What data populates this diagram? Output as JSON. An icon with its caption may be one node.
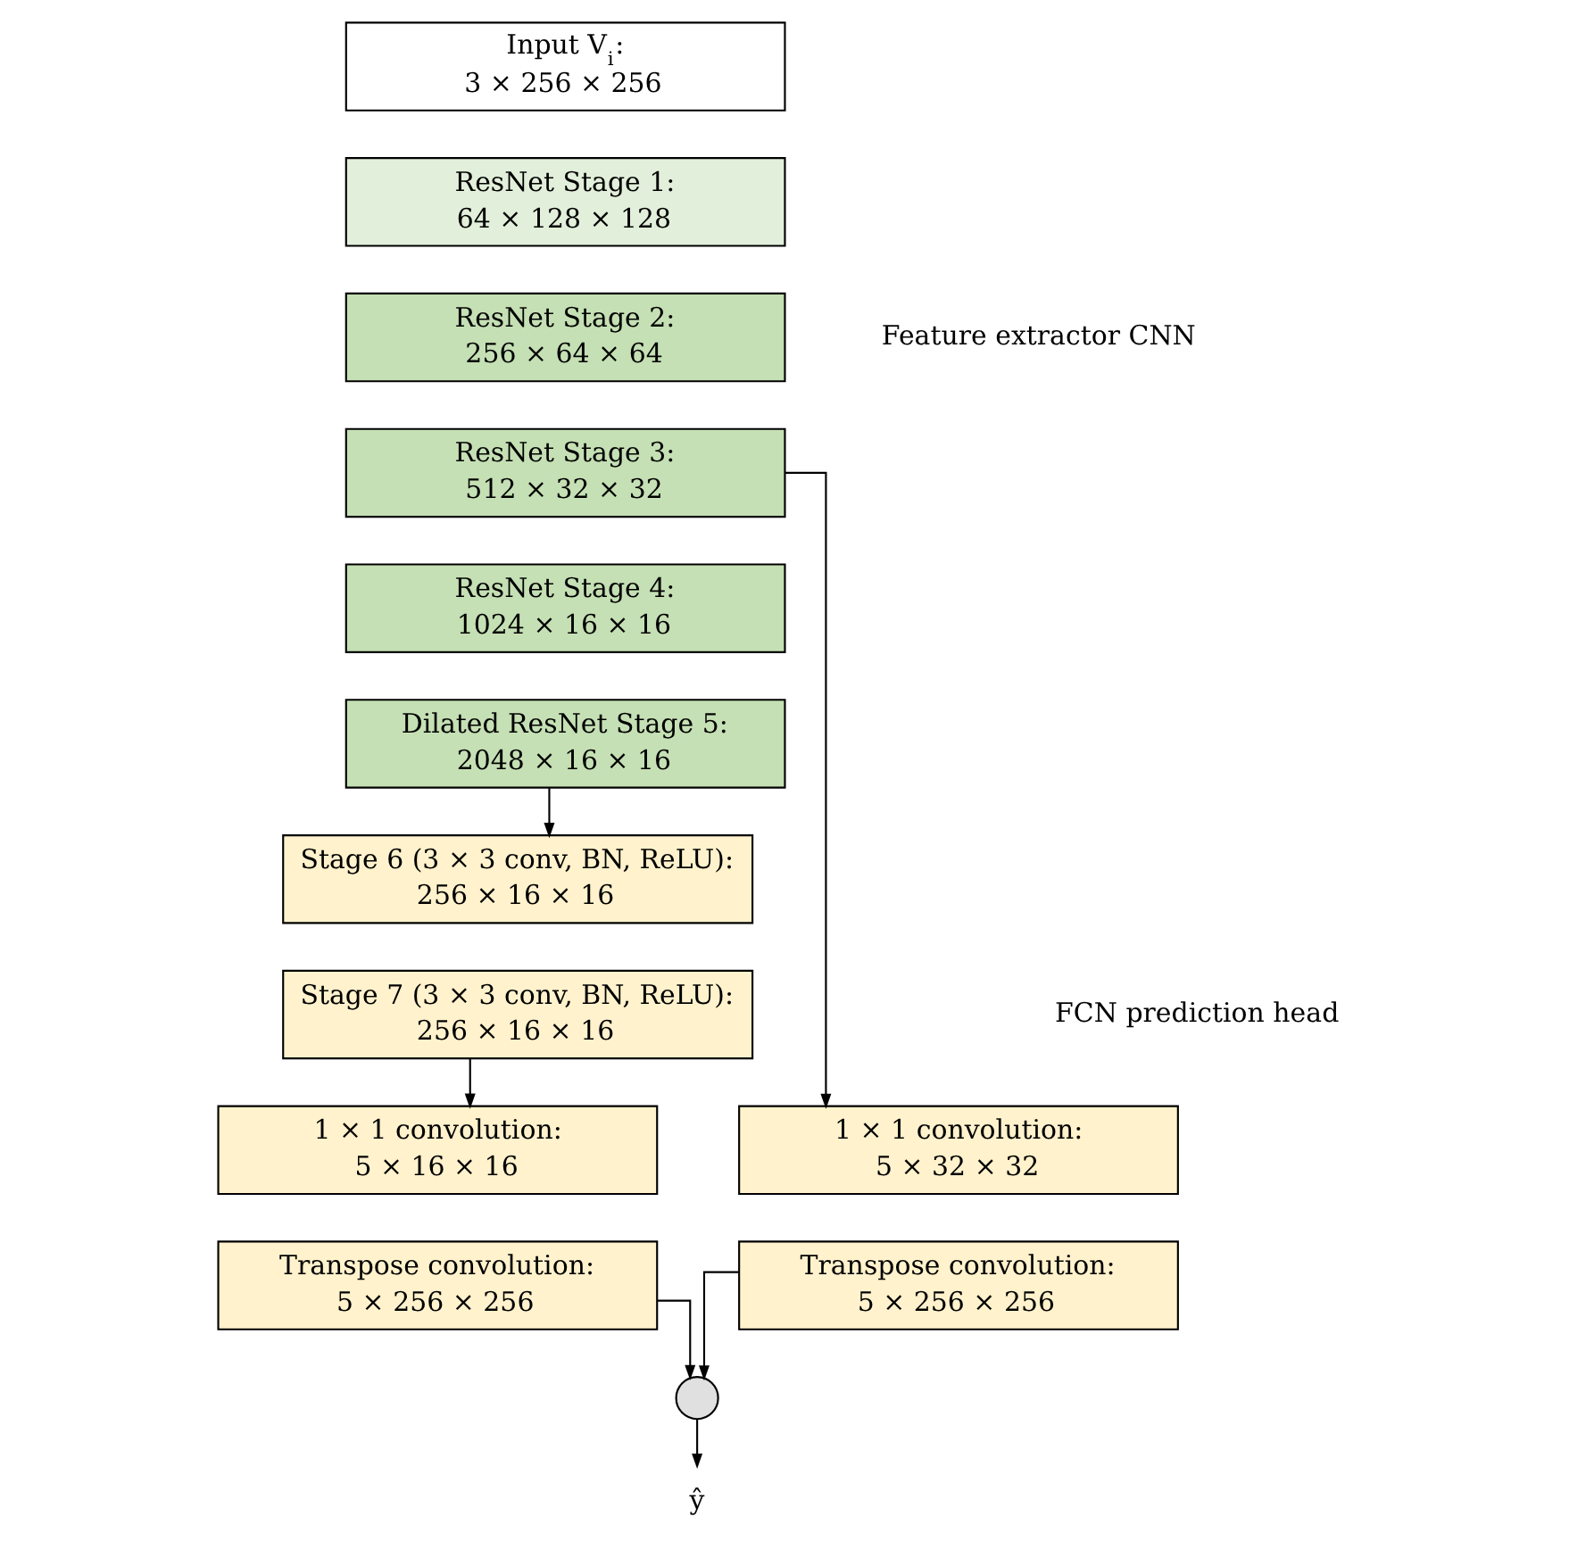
{
  "diagram": {
    "nodes": [
      {
        "text": [
          "Input V$_{i}$:",
          "3 × 256 × 256"
        ]
      },
      {
        "text": [
          "ResNet Stage 1:",
          "64 × 128 × 128"
        ]
      },
      {
        "text": [
          "ResNet Stage 2:",
          "256 × 64 × 64"
        ]
      },
      {
        "text": [
          "ResNet Stage 3:",
          "512 × 32 × 32"
        ]
      },
      {
        "text": [
          "ResNet Stage 4:",
          "1024 × 16 × 16"
        ]
      },
      {
        "text": [
          "Dilated ResNet Stage 5:",
          "2048 × 16 × 16"
        ]
      },
      {
        "text": [
          "Stage 6 (3 × 3 conv, BN, ReLU):",
          "256 × 16 × 16"
        ]
      },
      {
        "text": [
          "Stage 7 (3 × 3 conv, BN, ReLU):",
          "256 × 16 × 16"
        ]
      },
      {
        "text": [
          "1 × 1 convolution:",
          "5 × 16 × 16"
        ]
      },
      {
        "text": [
          "Transpose convolution:",
          "5 × 256 × 256"
        ]
      },
      {
        "text": [
          "1 × 1 convolution:",
          "5 × 32 × 32"
        ]
      },
      {
        "text": [
          "Transpose convolution:",
          "5 × 256 × 256"
        ]
      },
      {
        "text": [],
        "shape": "circle"
      },
      {
        "text": [
          "ŷ"
        ]
      }
    ],
    "edges": [
      {
        "from": 5,
        "to": 6,
        "arrow": "to"
      },
      {
        "from": 7,
        "to": 8,
        "arrow": "to"
      },
      {
        "from": 3,
        "to": 10,
        "arrow": "to"
      },
      {
        "from": 9,
        "to": 12,
        "arrow": "to"
      },
      {
        "from": 11,
        "to": 12,
        "arrow": "to"
      },
      {
        "from": 12,
        "to": 13,
        "arrow": "to"
      }
    ],
    "labels": [
      "Feature extractor CNN",
      "FCN prediction head"
    ]
  }
}
